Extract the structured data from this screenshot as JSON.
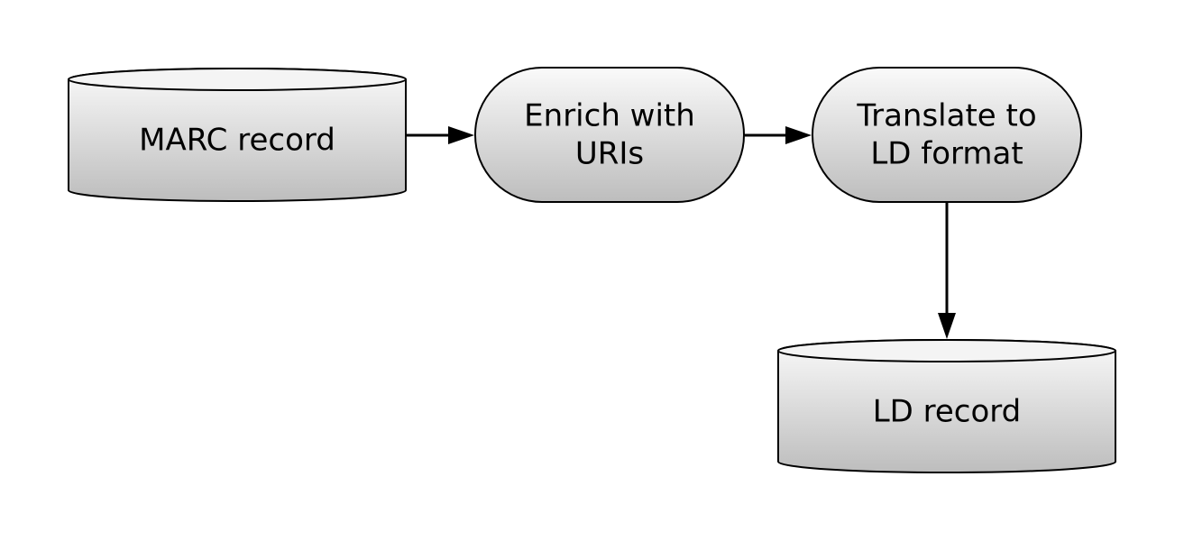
{
  "diagram": {
    "nodes": {
      "marc_record": {
        "label": "MARC record",
        "shape": "cylinder"
      },
      "enrich": {
        "label_lines": [
          "Enrich with",
          "URIs"
        ],
        "shape": "rounded-process"
      },
      "translate": {
        "label_lines": [
          "Translate to",
          "LD format"
        ],
        "shape": "rounded-process"
      },
      "ld_record": {
        "label": "LD record",
        "shape": "cylinder"
      }
    },
    "edges": [
      {
        "from": "MARC record",
        "to": "Enrich with URIs"
      },
      {
        "from": "Enrich with URIs",
        "to": "Translate to LD format"
      },
      {
        "from": "Translate to LD format",
        "to": "LD record"
      }
    ],
    "colors": {
      "fill_top": "#fafafa",
      "fill_bottom": "#bdbdbd",
      "stroke": "#000000",
      "background": "#ffffff"
    }
  }
}
